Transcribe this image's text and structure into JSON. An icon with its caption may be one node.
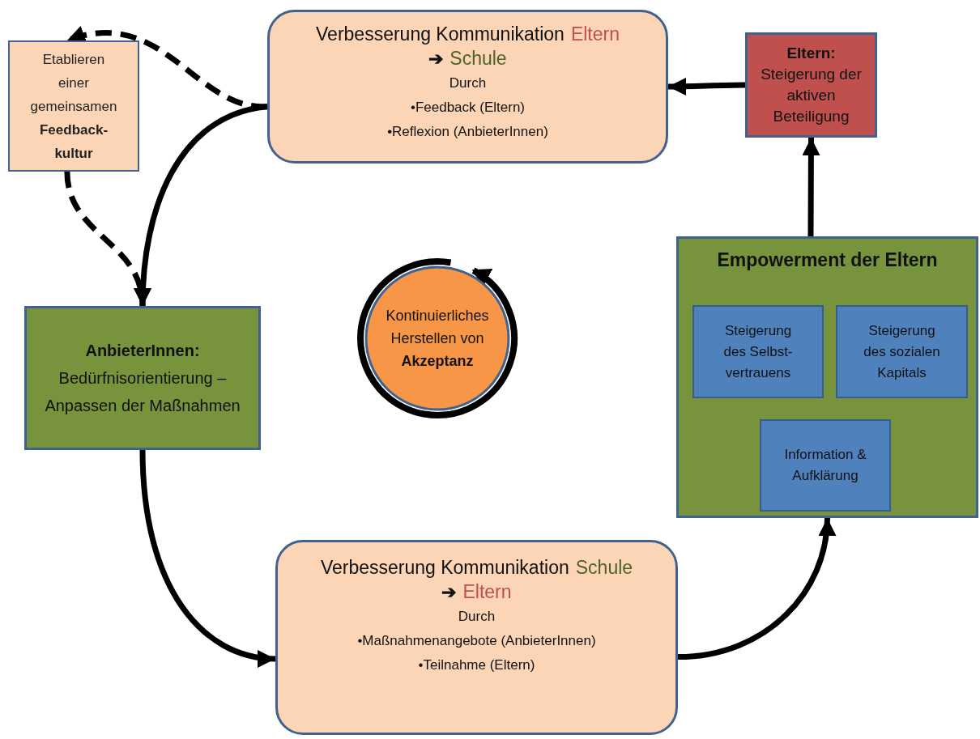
{
  "diagram": {
    "nodes": [
      {
        "text": [
          "Etablieren einer gemeinsamen **Feedback-kultur**"
        ]
      },
      {
        "text": [
          "Verbesserung Kommunikation",
          "Eltern",
          "➔",
          "Schule",
          "Durch",
          "•Feedback (Eltern)",
          "•Reflexion (AnbieterInnen)"
        ]
      },
      {
        "text": [
          "Eltern:",
          "Steigerung der aktiven Beteiligung"
        ]
      },
      {
        "text": [
          "AnbieterInnen:",
          "Bedürfnisorientierung – Anpassen der Maßnahmen"
        ]
      },
      {
        "text": [
          "Kontinuierliches Herstellen von **Akzeptanz**"
        ]
      },
      {
        "text": [
          "Empowerment der Eltern"
        ]
      },
      {
        "text": [
          "Steigerung des Selbst-vertrauens"
        ],
        "in": 5
      },
      {
        "text": [
          "Steigerung des sozialen Kapitals"
        ],
        "in": 5
      },
      {
        "text": [
          "Information & Aufklärung"
        ],
        "in": 5
      },
      {
        "text": [
          "Verbesserung Kommunikation",
          "Schule",
          "➔",
          "Eltern",
          "Durch",
          "•Maßnahmenangebote (AnbieterInnen)",
          "•Teilnahme (Eltern)"
        ]
      }
    ],
    "edges": [
      {
        "from": 1,
        "to": 0,
        "arrow": "to",
        "style": "dashed"
      },
      {
        "from": 0,
        "to": 3,
        "arrow": "to",
        "style": "dashed"
      },
      {
        "from": 1,
        "to": 3,
        "arrow": "to"
      },
      {
        "from": 2,
        "to": 1,
        "arrow": "to"
      },
      {
        "from": 5,
        "to": 2,
        "arrow": "to"
      },
      {
        "from": 3,
        "to": 9,
        "arrow": "to"
      },
      {
        "from": 9,
        "to": 5,
        "arrow": "to"
      }
    ]
  }
}
